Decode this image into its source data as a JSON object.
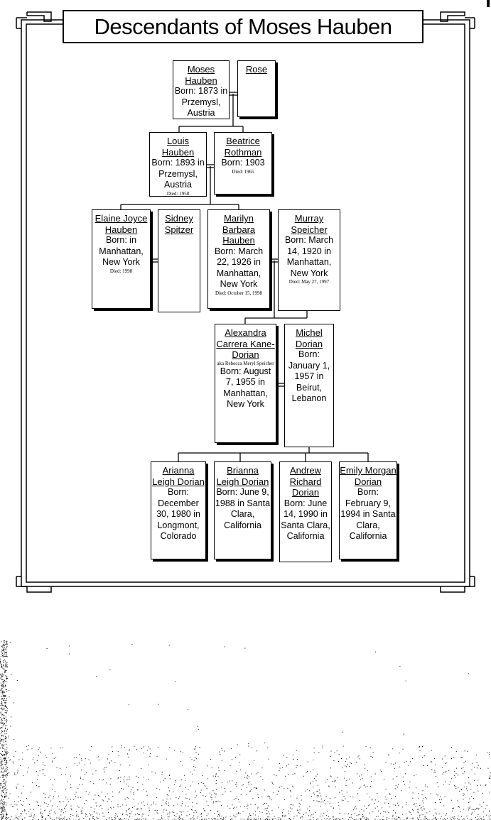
{
  "title": "Descendants of Moses Hauben",
  "generations": [
    {
      "people": [
        {
          "name": "Moses Hauben",
          "info": "Born: 1873 in Przemysl, Austria",
          "note": ""
        },
        {
          "name": "Rose",
          "info": "",
          "note": ""
        }
      ]
    },
    {
      "people": [
        {
          "name": "Louis Hauben",
          "info": "Born: 1893 in Przemysl, Austria",
          "note": "Died: 1958"
        },
        {
          "name": "Beatrice Rothman",
          "info": "Born: 1903",
          "note": "Died: 1965"
        }
      ]
    },
    {
      "people": [
        {
          "name": "Elaine Joyce Hauben",
          "info": "Born: in Manhattan, New York",
          "note": "Died: 1998"
        },
        {
          "name": "Sidney Spitzer",
          "info": "",
          "note": ""
        },
        {
          "name": "Marilyn Barbara Hauben",
          "info": "Born: March 22, 1926 in Manhattan, New York",
          "note": "Died: October 15, 1998"
        },
        {
          "name": "Murray Speicher",
          "info": "Born: March 14, 1920 in Manhattan, New York",
          "note": "Died: May 27, 1997"
        }
      ]
    },
    {
      "people": [
        {
          "name": "Alexandra Carrera Kane-Dorian",
          "aka": "aka Rebecca Meryl Speicher",
          "info": "Born: August 7, 1955 in Manhattan, New York",
          "note": ""
        },
        {
          "name": "Michel Dorian",
          "info": "Born: January 1, 1957 in Beirut, Lebanon",
          "note": ""
        }
      ]
    },
    {
      "people": [
        {
          "name": "Arianna Leigh Dorian",
          "info": "Born: December 30, 1980 in Longmont, Colorado",
          "note": ""
        },
        {
          "name": "Brianna Leigh Dorian",
          "info": "Born: June 9, 1988 in Santa Clara, California",
          "note": ""
        },
        {
          "name": "Andrew Richard Dorian",
          "info": "Born: June 14, 1990 in Santa Clara, California",
          "note": ""
        },
        {
          "name": "Emily Morgan Dorian",
          "info": "Born: February 9, 1994 in Santa Clara, California",
          "note": ""
        }
      ]
    }
  ]
}
